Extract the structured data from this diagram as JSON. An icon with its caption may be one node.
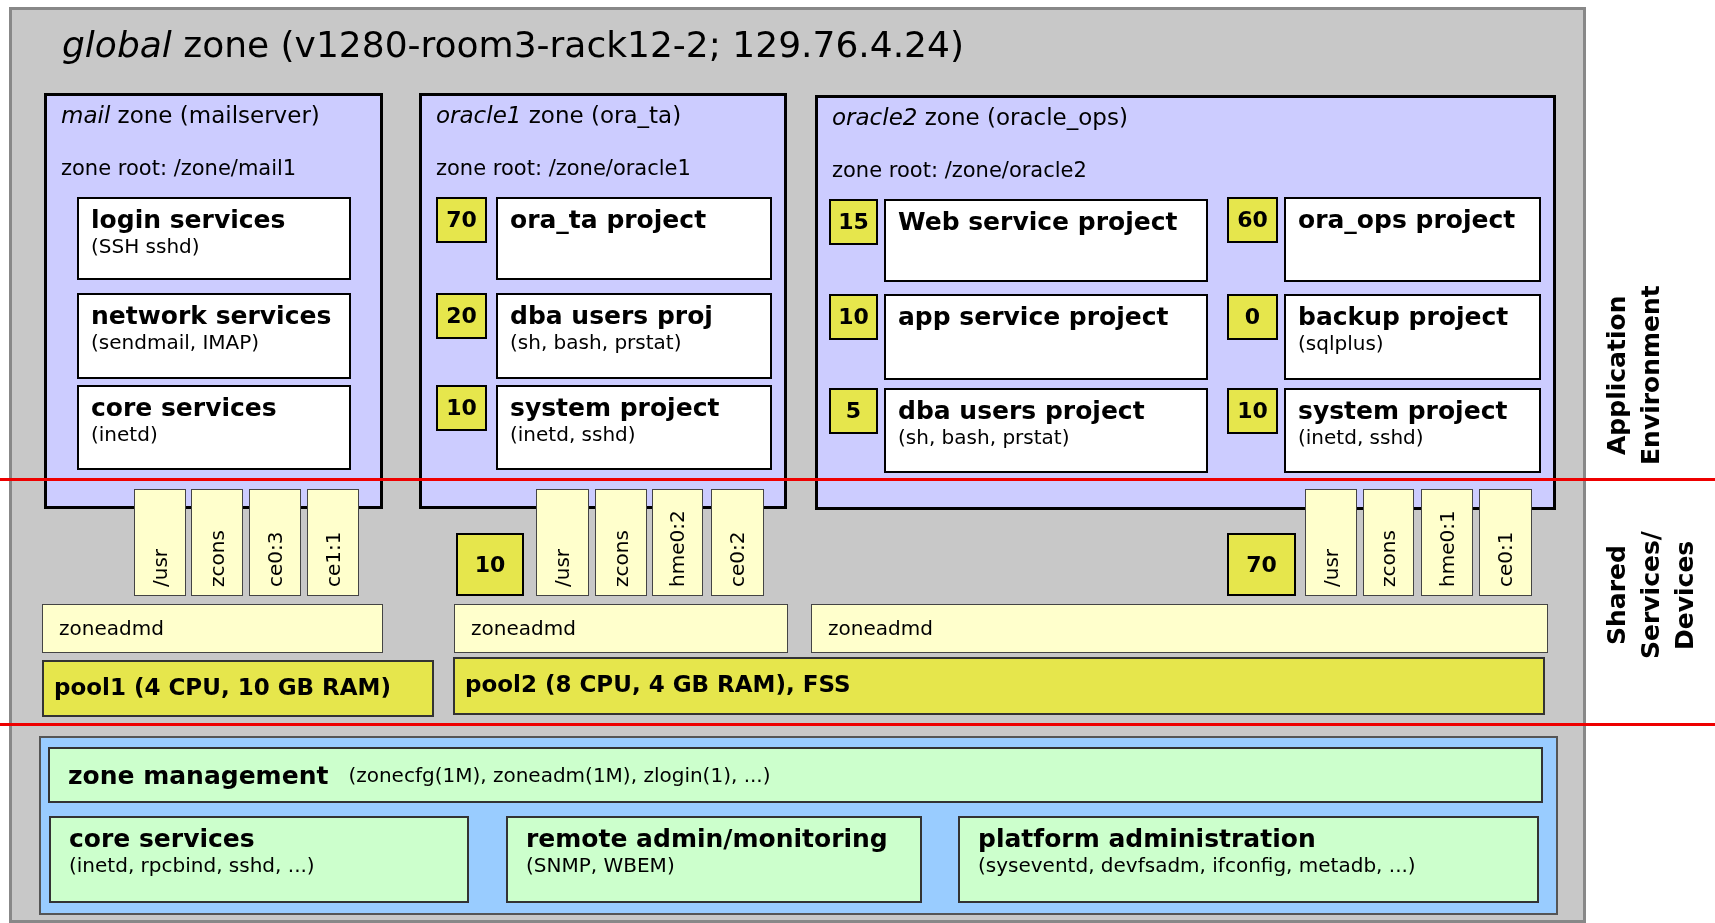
{
  "diagram": {
    "nodes": [
      {
        "text": [
          "*global* zone (v1280-room3-rack12-2; 129.76.4.24)"
        ]
      },
      {
        "text": [
          "*mail* zone (mailserver)",
          "zone root: /zone/mail1"
        ],
        "in": 0
      },
      {
        "text": [
          "login services",
          "(SSH sshd)"
        ],
        "in": 1
      },
      {
        "text": [
          "network services",
          "(sendmail, IMAP)"
        ],
        "in": 1
      },
      {
        "text": [
          "core services",
          "(inetd)"
        ],
        "in": 1
      },
      {
        "text": [
          "*oracle1* zone (ora_ta)",
          "zone root: /zone/oracle1"
        ],
        "in": 0
      },
      {
        "text": [
          "70"
        ],
        "in": 5
      },
      {
        "text": [
          "ora_ta project"
        ],
        "in": 5
      },
      {
        "text": [
          "20"
        ],
        "in": 5
      },
      {
        "text": [
          "dba users proj",
          "(sh, bash, prstat)"
        ],
        "in": 5
      },
      {
        "text": [
          "10"
        ],
        "in": 5
      },
      {
        "text": [
          "system project",
          "(inetd, sshd)"
        ],
        "in": 5
      },
      {
        "text": [
          "*oracle2* zone (oracle_ops)",
          "zone root: /zone/oracle2"
        ],
        "in": 0
      },
      {
        "text": [
          "15"
        ],
        "in": 12
      },
      {
        "text": [
          "Web service project"
        ],
        "in": 12
      },
      {
        "text": [
          "60"
        ],
        "in": 12
      },
      {
        "text": [
          "ora_ops project"
        ],
        "in": 12
      },
      {
        "text": [
          "10"
        ],
        "in": 12
      },
      {
        "text": [
          "app service project"
        ],
        "in": 12
      },
      {
        "text": [
          "0"
        ],
        "in": 12
      },
      {
        "text": [
          "backup project",
          "(sqlplus)"
        ],
        "in": 12
      },
      {
        "text": [
          "5"
        ],
        "in": 12
      },
      {
        "text": [
          "dba users project",
          "(sh, bash, prstat)"
        ],
        "in": 12
      },
      {
        "text": [
          "10"
        ],
        "in": 12
      },
      {
        "text": [
          "system project",
          "(inetd, sshd)"
        ],
        "in": 12
      },
      {
        "text": [
          "/usr"
        ],
        "in": 0
      },
      {
        "text": [
          "zcons"
        ],
        "in": 0
      },
      {
        "text": [
          "ce0:3"
        ],
        "in": 0
      },
      {
        "text": [
          "ce1:1"
        ],
        "in": 0
      },
      {
        "text": [
          "10"
        ],
        "in": 0
      },
      {
        "text": [
          "/usr"
        ],
        "in": 0
      },
      {
        "text": [
          "zcons"
        ],
        "in": 0
      },
      {
        "text": [
          "hme0:2"
        ],
        "in": 0
      },
      {
        "text": [
          "ce0:2"
        ],
        "in": 0
      },
      {
        "text": [
          "70"
        ],
        "in": 0
      },
      {
        "text": [
          "/usr"
        ],
        "in": 0
      },
      {
        "text": [
          "zcons"
        ],
        "in": 0
      },
      {
        "text": [
          "hme0:1"
        ],
        "in": 0
      },
      {
        "text": [
          "ce0:1"
        ],
        "in": 0
      },
      {
        "text": [
          "zoneadmd"
        ],
        "in": 0
      },
      {
        "text": [
          "zoneadmd"
        ],
        "in": 0
      },
      {
        "text": [
          "zoneadmd"
        ],
        "in": 0
      },
      {
        "text": [
          "pool1 (4 CPU, 10 GB RAM)"
        ],
        "in": 0
      },
      {
        "text": [
          "pool2 (8 CPU, 4 GB RAM), FSS"
        ],
        "in": 0
      },
      {
        "text": [],
        "shape": "box",
        "in": 0
      },
      {
        "text": [
          "zone management",
          "(zonecfg(1M), zoneadm(1M), zlogin(1), ...)"
        ],
        "in": 44
      },
      {
        "text": [
          "core services",
          "(inetd, rpcbind, sshd, ...)"
        ],
        "in": 44
      },
      {
        "text": [
          "remote admin/monitoring",
          "(SNMP, WBEM)"
        ],
        "in": 44
      },
      {
        "text": [
          "platform administration",
          "(syseventd, devfsadm, ifconfig, metadb, ...)"
        ],
        "in": 44
      }
    ],
    "edges": [],
    "labels": [
      "Application Environment",
      "Shared Services/ Devices"
    ]
  }
}
